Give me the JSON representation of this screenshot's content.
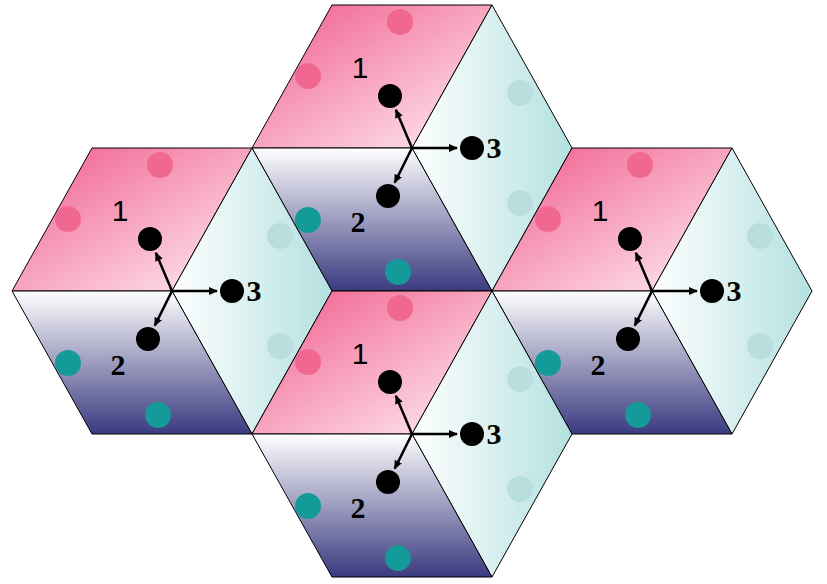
{
  "diagram": {
    "labels": [
      "1",
      "3",
      "2",
      "1",
      "3",
      "2",
      "1",
      "3",
      "2",
      "1",
      "3",
      "2"
    ]
  }
}
